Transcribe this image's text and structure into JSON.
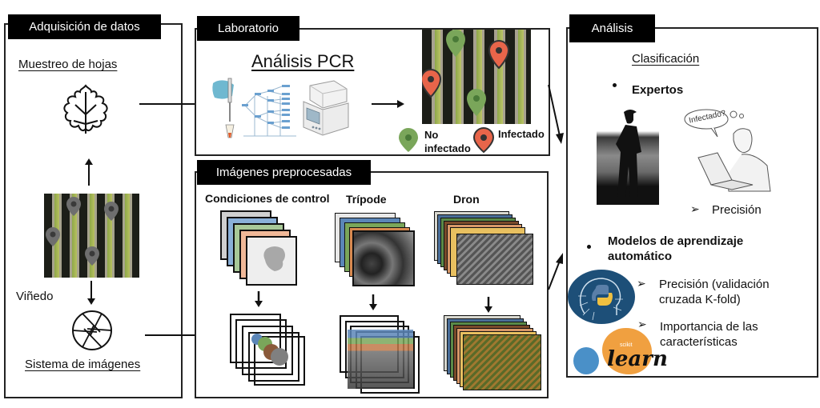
{
  "panels": {
    "acquisition": {
      "title": "Adquisición de datos",
      "leaf_sampling_label": "Muestreo de hojas",
      "vineyard_label": "Viñedo",
      "imaging_system_label": "Sistema de imágenes"
    },
    "laboratory": {
      "title": "Laboratorio",
      "pcr_title": "Análisis PCR",
      "legend": [
        {
          "label_line1": "No",
          "label_line2": "infectado",
          "color": "#7aa65a"
        },
        {
          "label_line1": "Infectado",
          "label_line2": "",
          "color": "#e8654a"
        }
      ]
    },
    "preprocessed": {
      "title": "Imágenes preprocesadas",
      "columns": [
        {
          "label": "Condiciones de control"
        },
        {
          "label": "Trípode"
        },
        {
          "label": "Dron"
        }
      ]
    },
    "analysis": {
      "title": "Análisis",
      "classification_heading": "Clasificación",
      "experts_label": "Expertos",
      "thought_bubble": "Infectado?",
      "experts_metric": "Precisión",
      "ml_label_line1": "Modelos de aprendizaje",
      "ml_label_line2": "automático",
      "ml_metrics": [
        {
          "line1": "Precisión (validación",
          "line2": "cruzada K-fold)"
        },
        {
          "line1": "Importancia de las",
          "line2": "características"
        }
      ],
      "sklearn_small": "scikit",
      "sklearn_big": "learn"
    }
  },
  "colors": {
    "pin_healthy": "#7aa65a",
    "pin_infected": "#e8654a",
    "pin_neutral": "#6e6e6e",
    "band_colors": [
      "#c9c9c9",
      "#5b86b8",
      "#7aa65a",
      "#e39a6a",
      "#8a5a3a",
      "#e8c060"
    ],
    "python_blue": "#1d4f78",
    "python_yellow": "#f0c040",
    "sklearn_orange": "#f0a040",
    "sklearn_blue": "#4a90c8"
  }
}
